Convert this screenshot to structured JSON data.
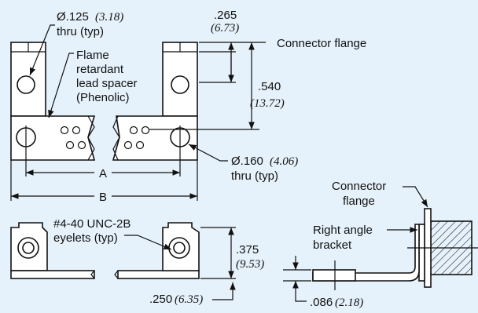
{
  "colors": {
    "background": "#e6f2fb",
    "ink": "#111111",
    "part": "#ffffff"
  },
  "labels": {
    "hole125": "Ø.125",
    "hole125_metric": "(3.18)",
    "thru_typ": "thru (typ)",
    "spacer_1": "Flame",
    "spacer_2": "retardant",
    "spacer_3": "lead spacer",
    "spacer_4": "(Phenolic)",
    "dim265": ".265",
    "dim265_metric": "(6.73)",
    "connector_flange": "Connector flange",
    "dim540": ".540",
    "dim540_metric": "(13.72)",
    "hole160": "Ø.160",
    "hole160_metric": "(4.06)",
    "thru_typ_2": "thru (typ)",
    "dim_a": "A",
    "dim_b": "B",
    "eyelets_1": "#4-40 UNC-2B",
    "eyelets_2": "eyelets (typ)",
    "dim375": ".375",
    "dim375_metric": "(9.53)",
    "dim250": ".250",
    "dim250_metric": "(6.35)",
    "connector_1": "Connector",
    "connector_2": "flange",
    "bracket_1": "Right angle",
    "bracket_2": "bracket",
    "dim086": ".086",
    "dim086_metric": "(2.18)"
  }
}
